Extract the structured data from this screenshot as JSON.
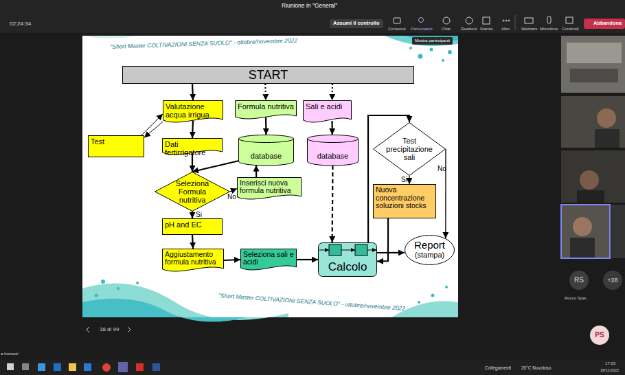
{
  "diagram": {
    "nodes": [
      {
        "text": [
          "START"
        ]
      },
      {
        "text": [
          "Valutazione acqua irrigua"
        ]
      },
      {
        "text": [
          "Formula nutritiva"
        ]
      },
      {
        "text": [
          "Sali e acidi"
        ]
      },
      {
        "text": [
          "Test"
        ]
      },
      {
        "text": [
          "Dati fertirrigatore"
        ]
      },
      {
        "text": [
          "database"
        ]
      },
      {
        "text": [
          "database"
        ]
      },
      {
        "text": [
          "Test precipitazione sali"
        ]
      },
      {
        "text": [
          "Seleziona Formula nutritiva"
        ]
      },
      {
        "text": [
          "Inserisci nuova formula nutritiva"
        ]
      },
      {
        "text": [
          "Nuova concentrazione soluzioni stocks"
        ]
      },
      {
        "text": [
          "pH and EC"
        ]
      },
      {
        "text": [
          "Report",
          "(stampa)"
        ]
      },
      {
        "text": [
          "Aggiustamento formula nutritiva"
        ]
      },
      {
        "text": [
          "Seleziona sali e acidi"
        ]
      },
      {
        "text": [
          "Calcolo"
        ]
      }
    ],
    "edges": [
      {
        "from": 0,
        "to": 1,
        "arrow": "to"
      },
      {
        "from": 0,
        "to": 2,
        "arrow": "to"
      },
      {
        "from": 0,
        "to": 3,
        "arrow": "to"
      },
      {
        "from": 1,
        "to": 4,
        "arrow": "to"
      },
      {
        "from": 4,
        "to": 1,
        "arrow": "to"
      },
      {
        "from": 1,
        "to": 5,
        "arrow": "to"
      },
      {
        "from": 2,
        "to": 6,
        "arrow": "to"
      },
      {
        "from": 3,
        "to": 7,
        "arrow": "to"
      },
      {
        "from": 5,
        "to": 9,
        "arrow": "to"
      },
      {
        "from": 6,
        "to": 9,
        "arrow": "to"
      },
      {
        "from": 9,
        "to": 10,
        "label": "No",
        "arrow": "to"
      },
      {
        "from": 10,
        "to": 6,
        "arrow": "to"
      },
      {
        "from": 9,
        "to": 12,
        "label": "Si",
        "arrow": "to"
      },
      {
        "from": 12,
        "to": 14,
        "arrow": "to"
      },
      {
        "from": 14,
        "to": 15,
        "arrow": "to"
      },
      {
        "from": 15,
        "to": 16,
        "arrow": "to"
      },
      {
        "from": 7,
        "to": 16,
        "arrow": "to"
      },
      {
        "from": 16,
        "to": 8,
        "arrow": "to"
      },
      {
        "from": 8,
        "to": 11,
        "label": "Si",
        "arrow": "to"
      },
      {
        "from": 8,
        "to": 13,
        "label": "No",
        "arrow": "to"
      },
      {
        "from": 11,
        "to": 16,
        "arrow": "to"
      },
      {
        "from": 16,
        "to": 13,
        "arrow": "to"
      }
    ],
    "labels": [
      "\"Short Master COLTIVAZIONI SENZA SUOLO\" - ottobre/novembre 2022",
      "\"Short Master COLTIVAZIONI SENZA SUOLO\" - ottobre/novembre 2022",
      "Riunione in \"General\"",
      "02:24:34",
      "Assumi il controllo",
      "Contenuti",
      "Partecipanti",
      "Chat",
      "Reazioni",
      "Stanze",
      "Altro",
      "Webcam",
      "Microfono",
      "Condividi",
      "Abbandona",
      "Mostra partecipanti",
      "38 di 99",
      "RS",
      "+28",
      "Rocco Spar...",
      "PS",
      "a Incrocci",
      "Collegamenti",
      "20°C Nuvoloso",
      "17:03",
      "18/11/2022"
    ]
  }
}
